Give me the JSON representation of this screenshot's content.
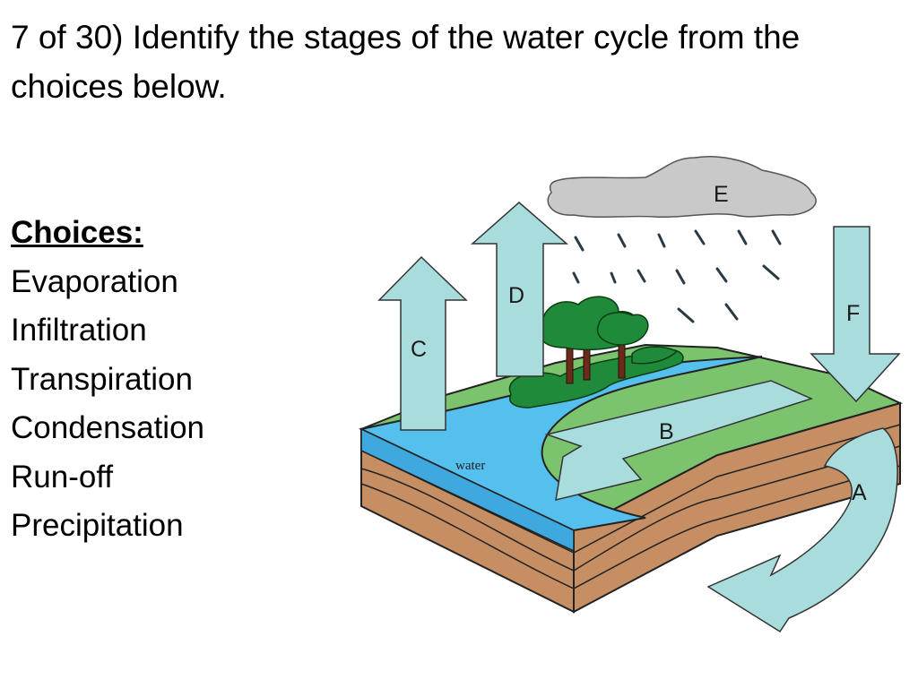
{
  "question": {
    "text": "7 of 30) Identify the stages of the water cycle from the choices below."
  },
  "choices": {
    "heading": "Choices:",
    "items": [
      "Evaporation",
      "Infiltration",
      "Transpiration",
      "Condensation",
      "Run-off",
      "Precipitation"
    ]
  },
  "diagram": {
    "arrow_labels": {
      "a": "A",
      "b": "B",
      "c": "C",
      "d": "D",
      "e": "E",
      "f": "F"
    },
    "water_label": "water",
    "colors": {
      "arrow": "#a9dcdc",
      "cloud": "#c9c9c9",
      "water": "#55c0ee",
      "grass": "#7cc36e",
      "soil": "#c68e63",
      "tree": "#1f8a3a"
    }
  }
}
